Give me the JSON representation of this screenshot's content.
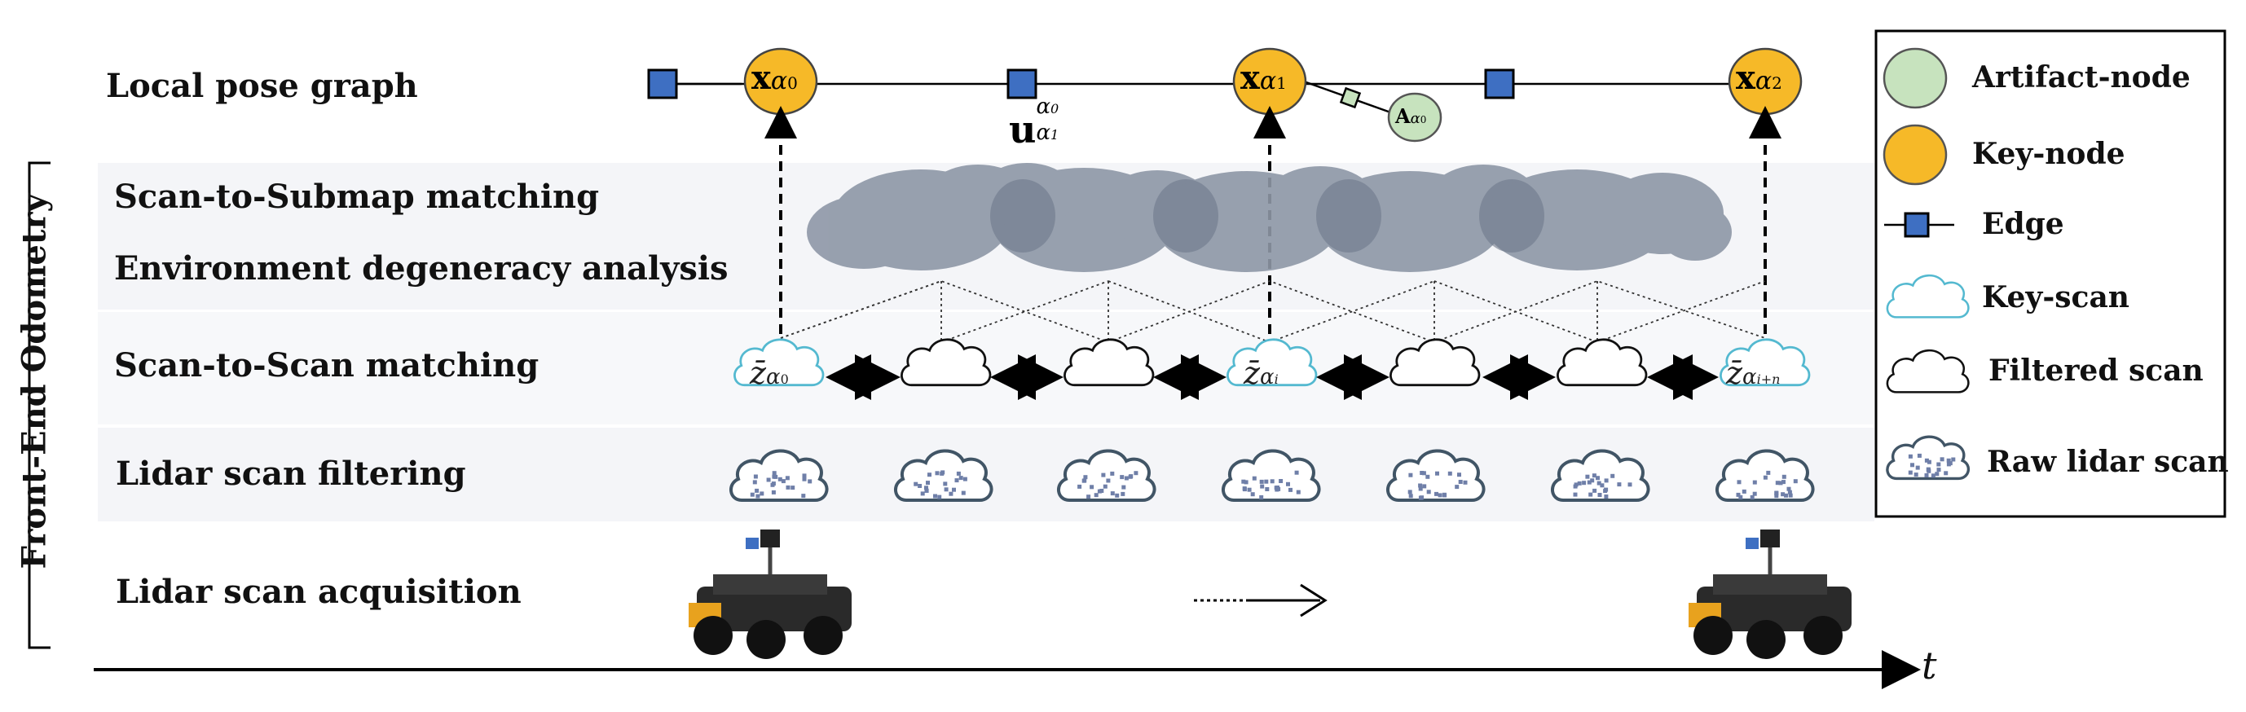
{
  "figure": {
    "row_labels": {
      "local_pose_graph": "Local pose graph",
      "scan_to_submap": "Scan-to-Submap matching",
      "env_degeneracy": "Environment degeneracy analysis",
      "scan_to_scan": "Scan-to-Scan matching",
      "lidar_filtering": "Lidar scan filtering",
      "lidar_acquisition": "Lidar scan acquisition"
    },
    "side_label": "Front-End Odometry",
    "time_axis_label": "t",
    "pose_graph": {
      "key_nodes": [
        {
          "base": "x",
          "sub": "α",
          "subsub": "0"
        },
        {
          "base": "x",
          "sub": "α",
          "subsub": "1"
        },
        {
          "base": "x",
          "sub": "α",
          "subsub": "2"
        }
      ],
      "edge_label": {
        "base": "u",
        "sup": "α",
        "supsub": "0",
        "sub": "α",
        "subsub": "1"
      },
      "artifact_node": {
        "base": "A",
        "sub": "α",
        "subsub": "0"
      }
    },
    "key_scans": [
      {
        "base": "z̄",
        "sub": "α",
        "subsub": "0"
      },
      {
        "base": "z̄",
        "sub": "α",
        "subsub": "i"
      },
      {
        "base": "z̄",
        "sub": "α",
        "subsub": "i+n"
      }
    ]
  },
  "legend": {
    "items": [
      {
        "label": "Artifact-node",
        "icon": "artifact-node-icon"
      },
      {
        "label": "Key-node",
        "icon": "key-node-icon"
      },
      {
        "label": "Edge",
        "icon": "edge-icon"
      },
      {
        "label": "Key-scan",
        "icon": "key-scan-icon"
      },
      {
        "label": "Filtered scan",
        "icon": "filtered-scan-icon"
      },
      {
        "label": "Raw lidar scan",
        "icon": "raw-lidar-scan-icon"
      }
    ]
  },
  "colors": {
    "key_node": "#F6B928",
    "artifact_node": "#C7E3BE",
    "edge_square": "#3E6FC2",
    "key_scan": "#54B9D0",
    "raw_scan": "#415566",
    "submap_cloud": "#8E97A6",
    "band": "#F4F5F8"
  }
}
